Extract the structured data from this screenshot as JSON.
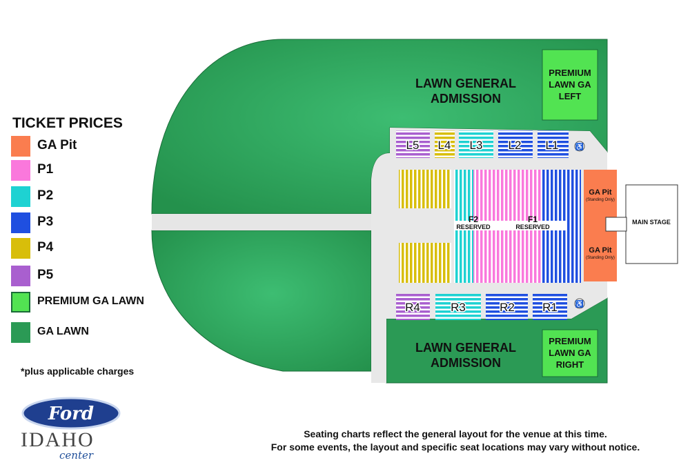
{
  "legend": {
    "title": "TICKET PRICES",
    "items": [
      {
        "label": "GA Pit",
        "color": "#fa7d4f"
      },
      {
        "label": "P1",
        "color": "#fa78dc"
      },
      {
        "label": "P2",
        "color": "#1ed2d2"
      },
      {
        "label": "P3",
        "color": "#1f4fe0"
      },
      {
        "label": "P4",
        "color": "#d8be0a"
      },
      {
        "label": "P5",
        "color": "#a95fcf"
      },
      {
        "label": "PREMIUM GA LAWN",
        "color": "#52e352"
      },
      {
        "label": "GA LAWN",
        "color": "#2b9a55"
      }
    ]
  },
  "charges_note": "*plus applicable charges",
  "disclaimer": {
    "line1": "Seating charts reflect the general layout for the venue at this time.",
    "line2": "For some events, the layout and specific seat locations may vary without notice."
  },
  "logo": {
    "brand": "Ford",
    "venue": "IDAHO",
    "sub": "center"
  },
  "map": {
    "lawn_top": "LAWN GENERAL|ADMISSION",
    "lawn_bottom": "LAWN GENERAL|ADMISSION",
    "premium_left": "PREMIUM|LAWN GA|LEFT",
    "premium_right": "PREMIUM|LAWN GA|RIGHT",
    "main_stage": "MAIN STAGE",
    "ga_pit": "GA Pit",
    "ga_pit_sub": "(Standing Only)",
    "f1": "F1",
    "f2": "F2",
    "reserved": "RESERVED",
    "top_sections": [
      "L5",
      "L4",
      "L3",
      "L2",
      "L1"
    ],
    "bottom_sections": [
      "R4",
      "R3",
      "R2",
      "R1"
    ],
    "wheelchair_icon": "♿"
  }
}
